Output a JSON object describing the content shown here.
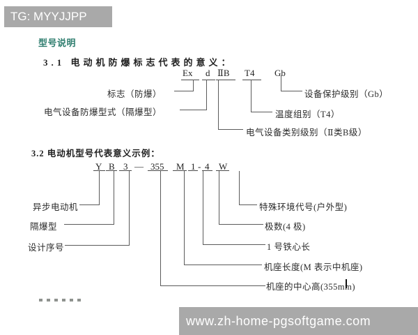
{
  "window": {
    "top_watermark": "TG: MYYJJPP",
    "bottom_watermark": "www.zh-home-pgsoftgame.com",
    "watermark_bar_color": "#a9a9a9",
    "accent_color": "#2e7d6e"
  },
  "doc": {
    "title": "型号说明",
    "s1": {
      "heading": "3.1 电动机防爆标志代表的意义：",
      "tokens": [
        "Ex",
        "d",
        "ⅡB",
        "T4",
        "Gb"
      ],
      "label_mark": "标志（防爆）",
      "label_type": "电气设备防爆型式（隔爆型）",
      "label_protection": "设备保护级别（Gb）",
      "label_temp": "温度组别（T4）",
      "label_category": "电气设备类别级别（Ⅱ类B级）"
    },
    "s2": {
      "heading": "3.2 电动机型号代表意义示例：",
      "tokens": [
        "Y",
        "B",
        "3",
        "—",
        "355",
        "M",
        "1",
        "-",
        "4",
        "W"
      ],
      "label_async": "异步电动机",
      "label_flameproof": "隔爆型",
      "label_design": "设计序号",
      "label_env": "特殊环境代号(户外型)",
      "label_poles": "极数(4 极)",
      "label_core": "1 号铁心长",
      "label_frame_len": "机座长度(M 表示中机座)",
      "label_center_height": "机座的中心高(355mm)"
    }
  }
}
